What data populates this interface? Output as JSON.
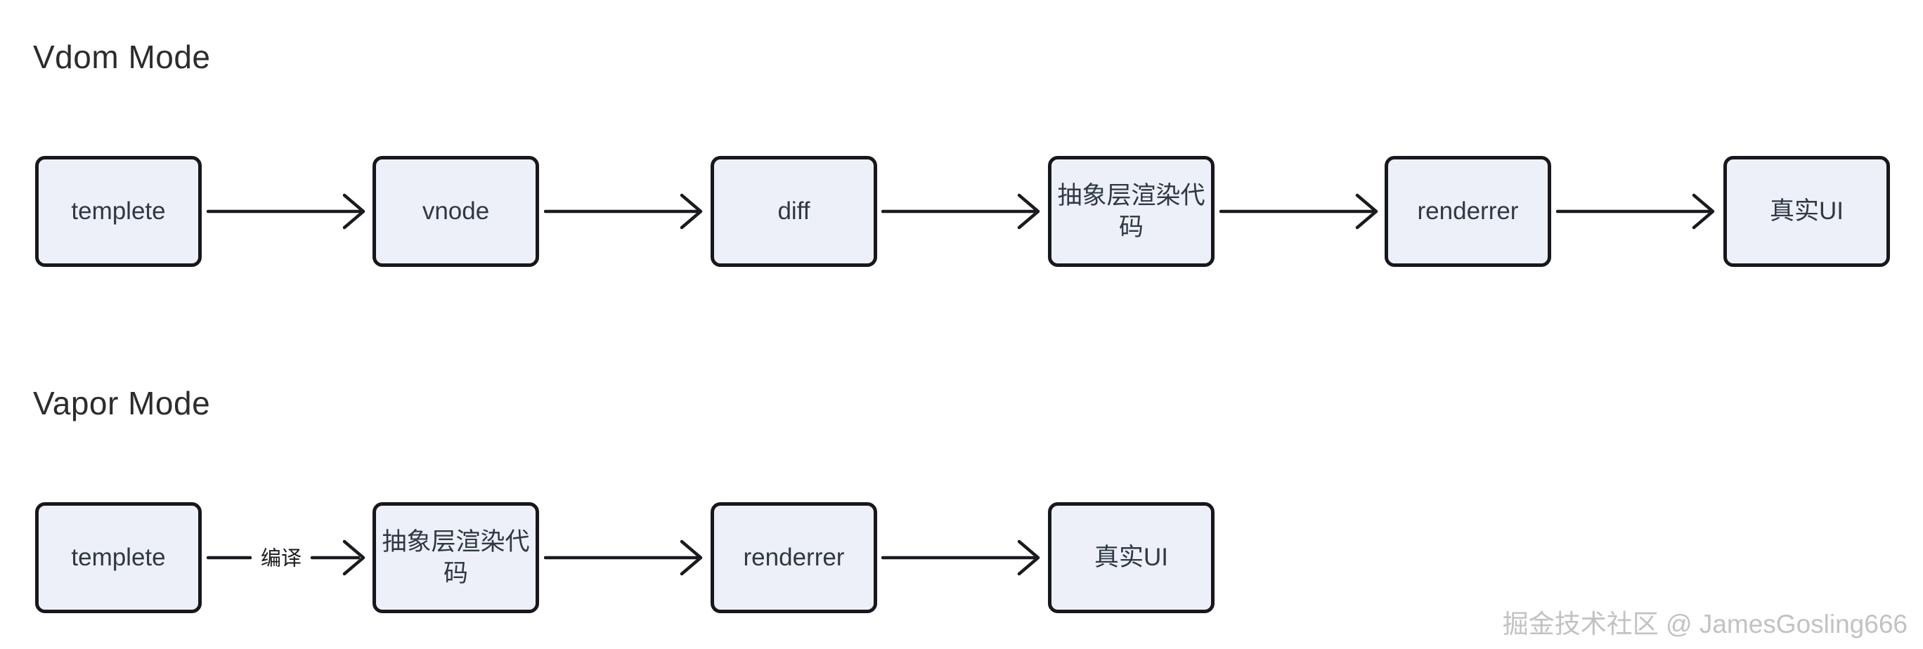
{
  "canvas": {
    "background": "#ffffff"
  },
  "colors": {
    "node_fill": "#edf0f8",
    "node_border": "#17171c",
    "node_text": "#303844",
    "title_text": "#2c2c2e",
    "arrow": "#1a1a1f",
    "watermark_text": "#c3c2c1"
  },
  "flows": [
    {
      "title": "Vdom Mode",
      "nodes": [
        {
          "label": "templete"
        },
        {
          "label": "vnode"
        },
        {
          "label": "diff"
        },
        {
          "label": "抽象层渲染代码"
        },
        {
          "label": "renderrer"
        },
        {
          "label": "真实UI"
        }
      ],
      "edges": [
        {
          "from": "templete",
          "to": "vnode",
          "label": ""
        },
        {
          "from": "vnode",
          "to": "diff",
          "label": ""
        },
        {
          "from": "diff",
          "to": "抽象层渲染代码",
          "label": ""
        },
        {
          "from": "抽象层渲染代码",
          "to": "renderrer",
          "label": ""
        },
        {
          "from": "renderrer",
          "to": "真实UI",
          "label": ""
        }
      ]
    },
    {
      "title": "Vapor Mode",
      "nodes": [
        {
          "label": "templete"
        },
        {
          "label": "抽象层渲染代码"
        },
        {
          "label": "renderrer"
        },
        {
          "label": "真实UI"
        }
      ],
      "edges": [
        {
          "from": "templete",
          "to": "抽象层渲染代码",
          "label": "编译"
        },
        {
          "from": "抽象层渲染代码",
          "to": "renderrer",
          "label": ""
        },
        {
          "from": "renderrer",
          "to": "真实UI",
          "label": ""
        }
      ]
    }
  ],
  "watermark": {
    "text": "掘金技术社区 @ JamesGosling666"
  }
}
